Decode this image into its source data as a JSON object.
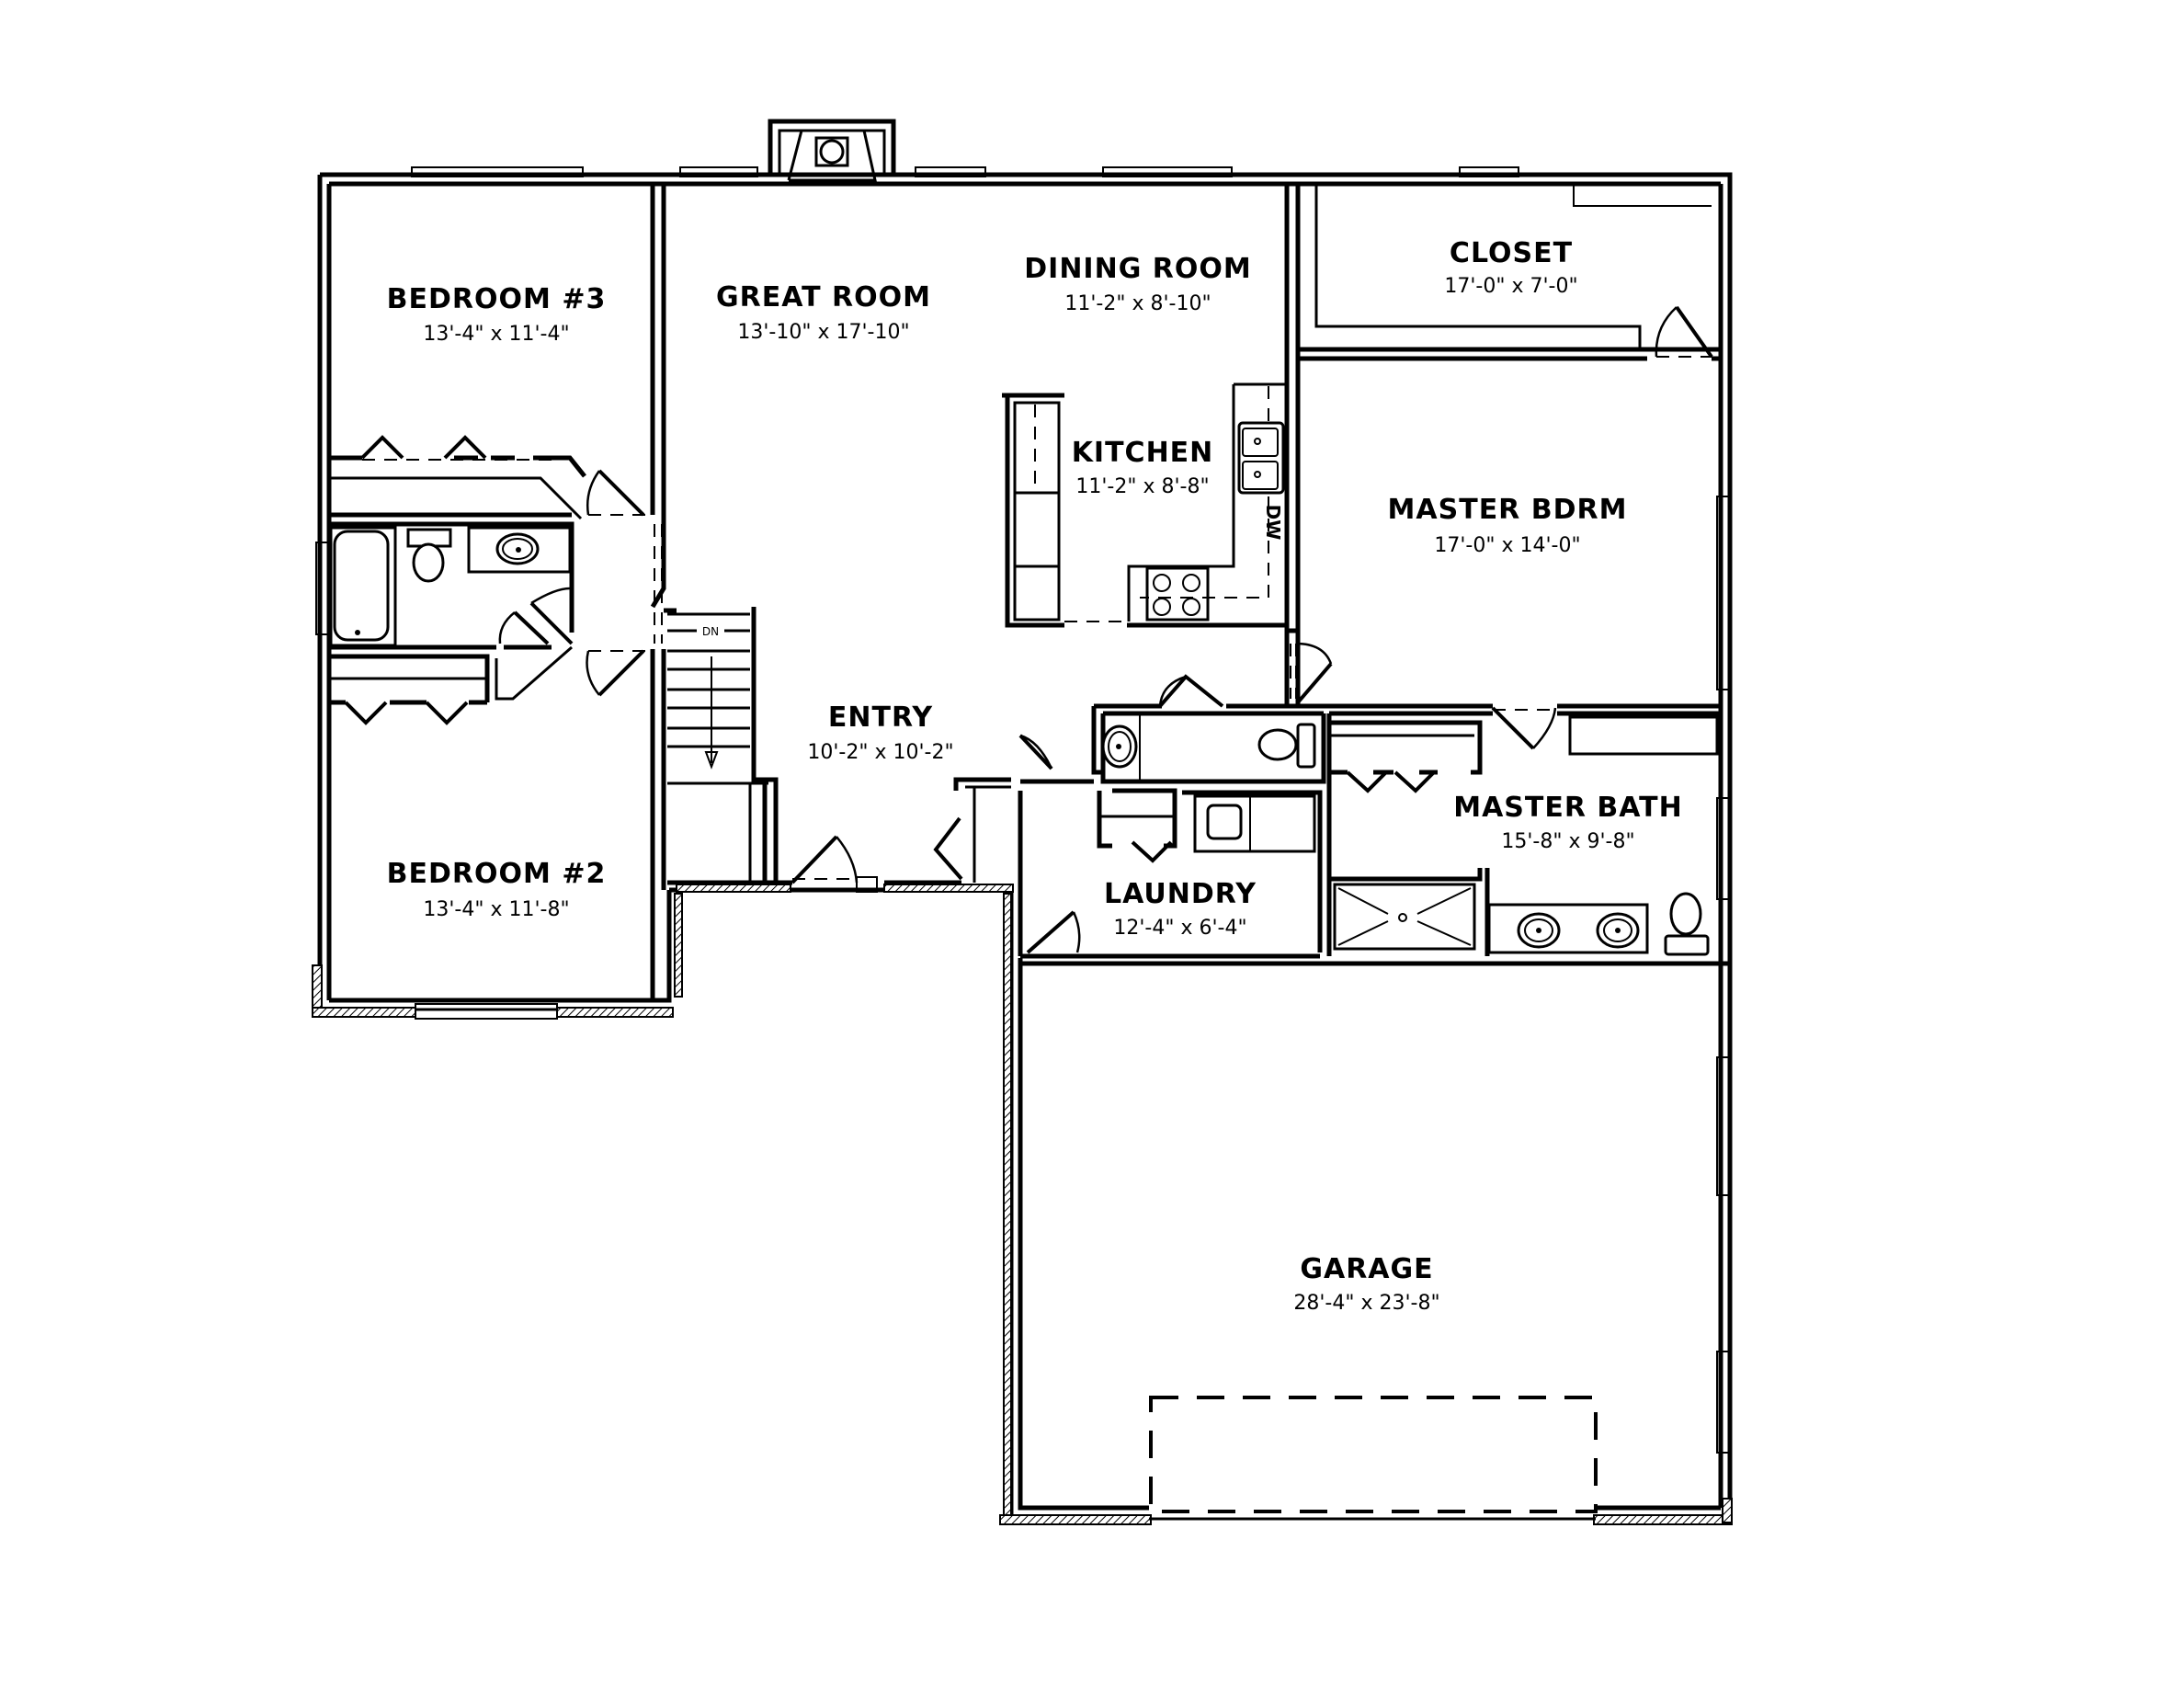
{
  "plan": {
    "type": "single-story floor plan",
    "rooms": [
      {
        "id": "bedroom3",
        "name": "BEDROOM #3",
        "dims": "13'-4\" x 11'-4\""
      },
      {
        "id": "great-room",
        "name": "GREAT ROOM",
        "dims": "13'-10\" x 17'-10\""
      },
      {
        "id": "dining-room",
        "name": "DINING ROOM",
        "dims": "11'-2\" x 8'-10\""
      },
      {
        "id": "closet",
        "name": "CLOSET",
        "dims": "17'-0\" x 7'-0\""
      },
      {
        "id": "kitchen",
        "name": "KITCHEN",
        "dims": "11'-2\" x 8'-8\""
      },
      {
        "id": "master-bdrm",
        "name": "MASTER BDRM",
        "dims": "17'-0\" x 14'-0\""
      },
      {
        "id": "entry",
        "name": "ENTRY",
        "dims": "10'-2\" x 10'-2\""
      },
      {
        "id": "master-bath",
        "name": "MASTER BATH",
        "dims": "15'-8\" x 9'-8\""
      },
      {
        "id": "bedroom2",
        "name": "BEDROOM #2",
        "dims": "13'-4\" x 11'-8\""
      },
      {
        "id": "laundry",
        "name": "LAUNDRY",
        "dims": "12'-4\" x 6'-4\""
      },
      {
        "id": "garage",
        "name": "GARAGE",
        "dims": "28'-4\" x 23'-8\""
      }
    ],
    "annotations": {
      "stair_direction": "DN",
      "dishwasher": "DW"
    },
    "colors": {
      "line": "#000000",
      "background": "#ffffff"
    }
  }
}
